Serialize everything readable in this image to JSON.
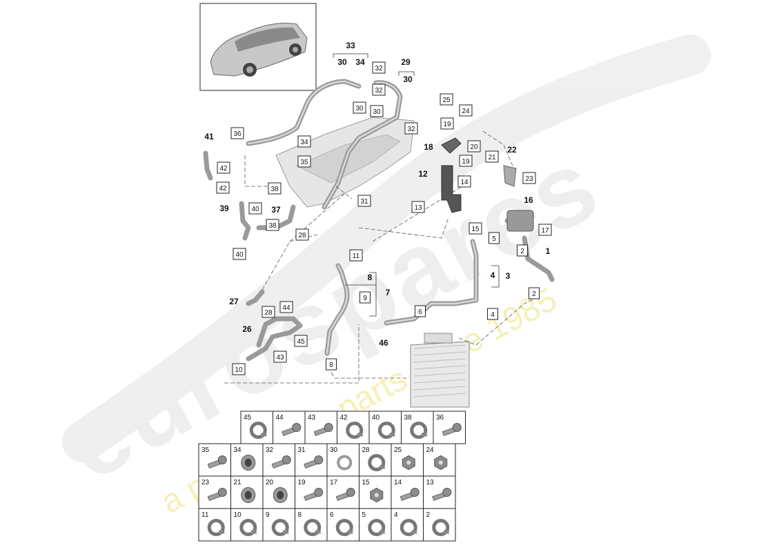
{
  "watermark": {
    "brand": "eurospares",
    "tagline": "a passion for parts since 1985"
  },
  "callouts": [
    {
      "id": "c33",
      "label": "33"
    },
    {
      "id": "c30a",
      "label": "30"
    },
    {
      "id": "c34a",
      "label": "34"
    },
    {
      "id": "c29",
      "label": "29"
    },
    {
      "id": "c30b",
      "label": "30"
    },
    {
      "id": "c32a",
      "label": "32"
    },
    {
      "id": "c30c",
      "label": "30"
    },
    {
      "id": "c32b",
      "label": "32"
    },
    {
      "id": "c30d",
      "label": "30"
    },
    {
      "id": "c32c",
      "label": "32"
    },
    {
      "id": "c36",
      "label": "36"
    },
    {
      "id": "c34b",
      "label": "34"
    },
    {
      "id": "c35",
      "label": "35"
    },
    {
      "id": "c41",
      "label": "41"
    },
    {
      "id": "c42a",
      "label": "42"
    },
    {
      "id": "c42b",
      "label": "42"
    },
    {
      "id": "c38a",
      "label": "38"
    },
    {
      "id": "c39",
      "label": "39"
    },
    {
      "id": "c40a",
      "label": "40"
    },
    {
      "id": "c37",
      "label": "37"
    },
    {
      "id": "c38b",
      "label": "38"
    },
    {
      "id": "c40b",
      "label": "40"
    },
    {
      "id": "c31",
      "label": "31"
    },
    {
      "id": "c28a",
      "label": "28"
    },
    {
      "id": "c25",
      "label": "25"
    },
    {
      "id": "c24",
      "label": "24"
    },
    {
      "id": "c19a",
      "label": "19"
    },
    {
      "id": "c18",
      "label": "18"
    },
    {
      "id": "c20",
      "label": "20"
    },
    {
      "id": "c19b",
      "label": "19"
    },
    {
      "id": "c21",
      "label": "21"
    },
    {
      "id": "c22",
      "label": "22"
    },
    {
      "id": "c23",
      "label": "23"
    },
    {
      "id": "c12",
      "label": "12"
    },
    {
      "id": "c14",
      "label": "14"
    },
    {
      "id": "c13",
      "label": "13"
    },
    {
      "id": "c16",
      "label": "16"
    },
    {
      "id": "c15",
      "label": "15"
    },
    {
      "id": "c17",
      "label": "17"
    },
    {
      "id": "c5",
      "label": "5"
    },
    {
      "id": "c2a",
      "label": "2"
    },
    {
      "id": "c1",
      "label": "1"
    },
    {
      "id": "c11",
      "label": "11"
    },
    {
      "id": "c4a",
      "label": "4"
    },
    {
      "id": "c3",
      "label": "3"
    },
    {
      "id": "c8a",
      "label": "8"
    },
    {
      "id": "c9",
      "label": "9"
    },
    {
      "id": "c7",
      "label": "7"
    },
    {
      "id": "c2b",
      "label": "2"
    },
    {
      "id": "c27",
      "label": "27"
    },
    {
      "id": "c28b",
      "label": "28"
    },
    {
      "id": "c44",
      "label": "44"
    },
    {
      "id": "c6",
      "label": "6"
    },
    {
      "id": "c4b",
      "label": "4"
    },
    {
      "id": "c26",
      "label": "26"
    },
    {
      "id": "c45",
      "label": "45"
    },
    {
      "id": "c46",
      "label": "46"
    },
    {
      "id": "c43",
      "label": "43"
    },
    {
      "id": "c8b",
      "label": "8"
    },
    {
      "id": "c10",
      "label": "10"
    }
  ],
  "parts_grid": [
    [
      "45",
      "44",
      "43",
      "42",
      "40",
      "38",
      "36"
    ],
    [
      "35",
      "34",
      "32",
      "31",
      "30",
      "28",
      "25",
      "24"
    ],
    [
      "23",
      "21",
      "20",
      "19",
      "17",
      "15",
      "14",
      "13"
    ],
    [
      "11",
      "10",
      "9",
      "8",
      "6",
      "5",
      "4",
      "2"
    ]
  ]
}
